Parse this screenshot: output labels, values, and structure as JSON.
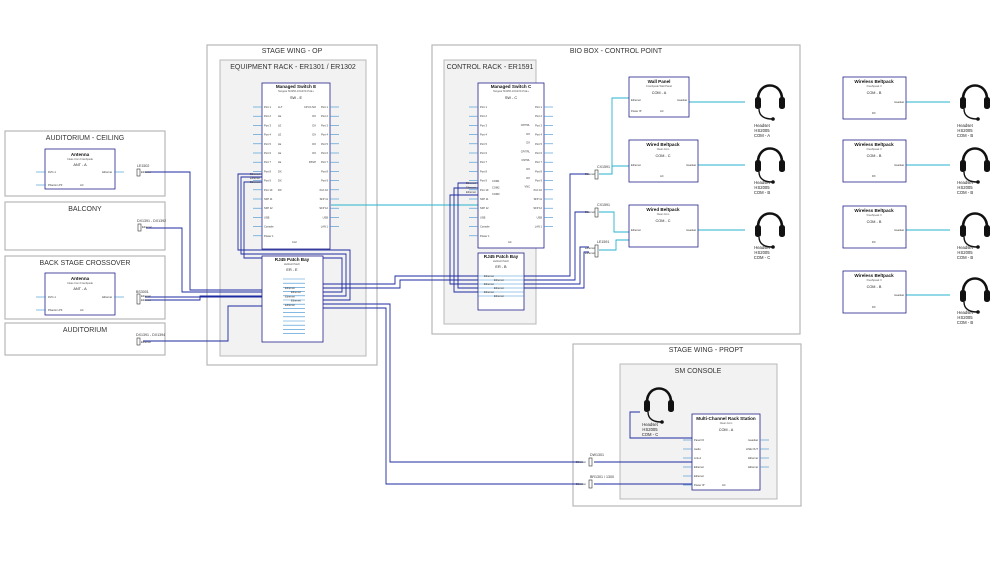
{
  "zones": {
    "stage_wing_op": "STAGE WING - OP",
    "equipment_rack": "EQUIPMENT RACK - ER1301 / ER1302",
    "bio_box": "BIO BOX - CONTROL POINT",
    "control_rack": "CONTROL  RACK - ER1591",
    "auditorium_ceiling": "AUDITORIUM - CEILING",
    "balcony": "BALCONY",
    "back_stage_crossover": "BACK STAGE CROSSOVER",
    "auditorium": "AUDITORIUM",
    "stage_wing_prompt": "STAGE WING - PROPT",
    "sm_console": "SM CONSOLE"
  },
  "devices": {
    "antenna1": {
      "title": "Antenna",
      "sub": "Clear-Com FreeSpeak",
      "id": "ANT - A",
      "left": "DVC-1",
      "right": "Ethernet",
      "bl": "Phantom PF",
      "br": "AC"
    },
    "antenna2": {
      "title": "Antenna",
      "sub": "Clear-Com FreeSpeak",
      "id": "ANT - A",
      "left": "DVC-1",
      "right": "Ethernet",
      "bl": "Phantom PF",
      "br": "AC"
    },
    "switch_e": {
      "title": "Managed Switch E",
      "sub": "Netgear M4250-10G2XF-PoE+",
      "id": "SW - E",
      "left": [
        "Port 1",
        "Port 2",
        "Port 3",
        "Port 4",
        "Port 5",
        "Port 6",
        "Port 7",
        "Port 8",
        "Port 9",
        "Port 10",
        "SFP 11",
        "SFP 12",
        "USB",
        "Console",
        "Power 1"
      ],
      "mid_left": [
        "LLT",
        "LE",
        "LE",
        "LE",
        "LE",
        "LE",
        "LE",
        "DX",
        "DX",
        "DX"
      ],
      "mid_right": [
        "CP-IO-NO",
        "DX",
        "DX",
        "DX",
        "DX",
        "DX",
        "RSVP"
      ],
      "right": [
        "Port 1",
        "Port 2",
        "Port 3",
        "Port 4",
        "Port 5",
        "Port 6",
        "Port 7",
        "Port 8",
        "Port 9",
        "Port 10",
        "SFP 11",
        "SFP 12",
        "USB",
        "LAN 1"
      ],
      "ethernet_tags": [
        "Ethernet",
        "Ethernet",
        "Ethernet"
      ],
      "bottom_mid": "Coil"
    },
    "patch_e": {
      "title": "RJ45 Patch Bay",
      "sub": "Hubbell Patch",
      "id": "ER - E",
      "tags": [
        "Ethernet",
        "Ethernet",
        "Ethernet",
        "Ethernet",
        "Ethernet"
      ]
    },
    "switch_c": {
      "title": "Managed Switch C",
      "sub": "Netgear M4250-10G2XF-PoE+",
      "id": "SW - C",
      "left": [
        "Port 1",
        "Port 2",
        "Port 3",
        "Port 4",
        "Port 5",
        "Port 6",
        "Port 7",
        "Port 8",
        "Port 9",
        "Port 10",
        "SFP 11",
        "SFP 12",
        "USB",
        "Console",
        "Power 1"
      ],
      "mid_a": [
        "COM1",
        "COM2",
        "COM3"
      ],
      "mid_b": [
        "CP/TRL",
        "DX",
        "DX",
        "CP/TRL",
        "CNTRL",
        "DX",
        "DX",
        "VNC"
      ],
      "right": [
        "Port 1",
        "Port 2",
        "Port 3",
        "Port 4",
        "Port 5",
        "Port 6",
        "Port 7",
        "Port 8",
        "Port 9",
        "Port 10",
        "SFP 11",
        "SFP 12",
        "USB",
        "LAN 1"
      ],
      "ethernet_tags": [
        "Ethernet",
        "Ethernet",
        "Ethernet"
      ],
      "bottom_mid": "AC"
    },
    "patch_c": {
      "title": "RJ45 Patch Bay",
      "sub": "Hubbell Patch",
      "id": "ER - B",
      "tags": [
        "Ethernet",
        "Ethernet",
        "Ethernet",
        "Ethernet",
        "Ethernet",
        "Ethernet"
      ]
    },
    "wall_panel": {
      "title": "Wall Panel",
      "sub": "FreeSpeak Wall Panel",
      "id": "COM - A",
      "left": "Ethernet",
      "right": "Headset",
      "bl": "Power IP",
      "br": "AC"
    },
    "wired_bp1": {
      "title": "Wired Beltpack",
      "sub": "Clear-Com",
      "id": "COM - C",
      "left": "Ethernet",
      "right": "Headset",
      "br": "AC"
    },
    "wired_bp2": {
      "title": "Wired Beltpack",
      "sub": "Clear-Com",
      "id": "COM - C",
      "left": "Ethernet",
      "right": "Headset"
    },
    "wl_bp": [
      {
        "title": "Wireless Beltpack",
        "sub": "FreeSpeak II",
        "id": "COM - B",
        "right": "Headset",
        "bm": "DX"
      },
      {
        "title": "Wireless Beltpack",
        "sub": "FreeSpeak II",
        "id": "COM - B",
        "right": "Headset",
        "bm": "DX"
      },
      {
        "title": "Wireless Beltpack",
        "sub": "FreeSpeak II",
        "id": "COM - B",
        "right": "Headset",
        "bm": "DX"
      },
      {
        "title": "Wireless Beltpack",
        "sub": "FreeSpeak II",
        "id": "COM - B",
        "right": "Headset",
        "bm": "DX"
      }
    ],
    "rack_station": {
      "title": "Multi-Channel Rack Station",
      "sub": "Clear-Com",
      "id": "COM - A",
      "left": [
        "Panel IO",
        "Audio",
        "Link A",
        "Ethernet",
        "Ethernet",
        "Power IP"
      ],
      "right": [
        "Headset",
        "LINE OUT",
        "Ethernet",
        "Ethernet"
      ],
      "bm": "AC"
    }
  },
  "headsets": [
    {
      "line1": "Headset",
      "line2": "HS2005",
      "line3": "COM - A"
    },
    {
      "line1": "Headset",
      "line2": "HS2005",
      "line3": "COM - B"
    },
    {
      "line1": "Headset",
      "line2": "HS2005",
      "line3": "COM - C"
    },
    {
      "line1": "Headset",
      "line2": "HS2005",
      "line3": "COM - B"
    },
    {
      "line1": "Headset",
      "line2": "HS2005",
      "line3": "COM - B"
    },
    {
      "line1": "Headset",
      "line2": "HS2005",
      "line3": "COM - B"
    },
    {
      "line1": "Headset",
      "line2": "HS2005",
      "line3": "COM - B"
    },
    {
      "line1": "Headset",
      "line2": "HS2005",
      "line3": "COM - C"
    }
  ],
  "connectors": {
    "c1": {
      "label": "LE1502",
      "tag": "Ethernet"
    },
    "c2": {
      "label": "DX1391 - DX1392",
      "tag": "Ethernet"
    },
    "c3": {
      "label": "BS3001",
      "tag1": "Ethernet",
      "tag2": "Ethernet"
    },
    "c4": {
      "label": "DX1391 - DX1394",
      "tag": "Ethernet"
    },
    "c5": {
      "label": "CX1591",
      "tag": "Ethernet"
    },
    "c6": {
      "label": "CX1591",
      "tag": "Ethernet"
    },
    "c7": {
      "label": "LE1591",
      "tag1": "Ethernet",
      "tag2": "Ethernet"
    },
    "c8": {
      "label": "DW1301",
      "tag": "Ethernet"
    },
    "c9": {
      "label": "BR1301 / 1300",
      "tag": "Ethernet"
    }
  }
}
